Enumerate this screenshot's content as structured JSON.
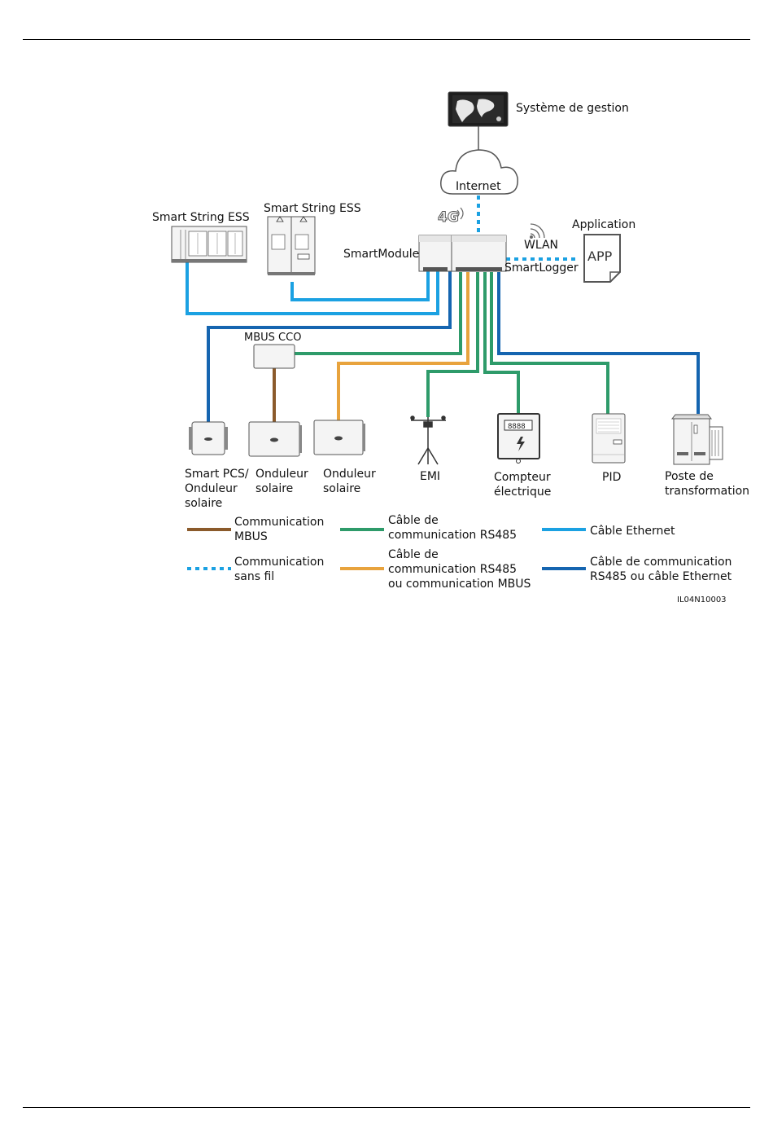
{
  "page": {
    "figure_code": "IL04N10003"
  },
  "nodes": {
    "management_system": "Système de gestion",
    "internet": "Internet",
    "four_g": "4G",
    "smart_string_ess_1": "Smart String ESS",
    "smart_string_ess_2": "Smart String ESS",
    "smartmodule": "SmartModule",
    "wlan": "WLAN",
    "smartlogger": "SmartLogger",
    "application": "Application",
    "app_icon": "APP",
    "mbus_cco": "MBUS CCO",
    "pcs": [
      "Smart PCS/",
      "Onduleur",
      "solaire"
    ],
    "inverter_1": [
      "Onduleur",
      "solaire"
    ],
    "inverter_2": [
      "Onduleur",
      "solaire"
    ],
    "emi": "EMI",
    "meter": [
      "Compteur",
      "électrique"
    ],
    "meter_display": "8888",
    "pid": "PID",
    "transformer": [
      "Poste de",
      "transformation"
    ]
  },
  "legend": [
    {
      "label": [
        "Communication",
        "MBUS"
      ],
      "color": "#8B5A2B",
      "style": "solid"
    },
    {
      "label": [
        "Câble de",
        "communication RS485"
      ],
      "color": "#2E9B6A",
      "style": "solid"
    },
    {
      "label": [
        "Câble Ethernet"
      ],
      "color": "#1BA1E2",
      "style": "solid"
    },
    {
      "label": [
        "Communication",
        "sans fil"
      ],
      "color": "#1BA1E2",
      "style": "dotted"
    },
    {
      "label": [
        "Câble de",
        "communication RS485",
        "ou communication MBUS"
      ],
      "color": "#E8A33D",
      "style": "solid"
    },
    {
      "label": [
        "Câble de communication",
        "RS485 ou câble Ethernet"
      ],
      "color": "#1565B0",
      "style": "solid"
    }
  ],
  "colors": {
    "mbus": "#8B5A2B",
    "rs485": "#2E9B6A",
    "ethernet": "#1BA1E2",
    "rs485_or_mbus": "#E8A33D",
    "rs485_or_ethernet": "#1565B0",
    "device_stroke": "#555555",
    "device_fill": "#f4f4f4"
  }
}
